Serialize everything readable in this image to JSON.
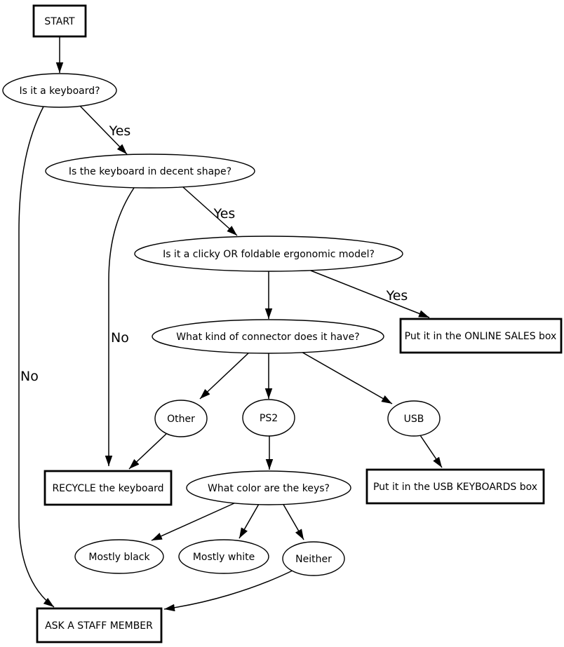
{
  "diagram": {
    "type": "flowchart",
    "colors": {
      "background": "#ffffff",
      "line": "#000000",
      "text": "#000000"
    },
    "nodes": {
      "start": {
        "label": "START",
        "shape": "box"
      },
      "is_keyboard": {
        "label": "Is it a keyboard?",
        "shape": "ellipse"
      },
      "decent_shape": {
        "label": "Is the keyboard in decent shape?",
        "shape": "ellipse"
      },
      "clicky_or_foldable": {
        "label": "Is it a clicky OR foldable ergonomic model?",
        "shape": "ellipse"
      },
      "connector": {
        "label": "What kind of connector does it have?",
        "shape": "ellipse"
      },
      "online_sales": {
        "label": "Put it in the ONLINE SALES box",
        "shape": "box"
      },
      "other": {
        "label": "Other",
        "shape": "ellipse"
      },
      "ps2": {
        "label": "PS2",
        "shape": "ellipse"
      },
      "usb": {
        "label": "USB",
        "shape": "ellipse"
      },
      "recycle": {
        "label": "RECYCLE the keyboard",
        "shape": "box"
      },
      "key_color": {
        "label": "What color are the keys?",
        "shape": "ellipse"
      },
      "usb_keyboards": {
        "label": "Put it in the USB KEYBOARDS box",
        "shape": "box"
      },
      "mostly_black": {
        "label": "Mostly black",
        "shape": "ellipse"
      },
      "mostly_white": {
        "label": "Mostly white",
        "shape": "ellipse"
      },
      "neither": {
        "label": "Neither",
        "shape": "ellipse"
      },
      "ask_staff": {
        "label": "ASK A STAFF MEMBER",
        "shape": "box"
      }
    },
    "edges": [
      {
        "from": "start",
        "to": "is_keyboard",
        "label": ""
      },
      {
        "from": "is_keyboard",
        "to": "decent_shape",
        "label": "Yes"
      },
      {
        "from": "is_keyboard",
        "to": "ask_staff",
        "label": "No"
      },
      {
        "from": "decent_shape",
        "to": "clicky_or_foldable",
        "label": "Yes"
      },
      {
        "from": "decent_shape",
        "to": "recycle",
        "label": "No"
      },
      {
        "from": "clicky_or_foldable",
        "to": "connector",
        "label": ""
      },
      {
        "from": "clicky_or_foldable",
        "to": "online_sales",
        "label": "Yes"
      },
      {
        "from": "connector",
        "to": "other",
        "label": ""
      },
      {
        "from": "connector",
        "to": "ps2",
        "label": ""
      },
      {
        "from": "connector",
        "to": "usb",
        "label": ""
      },
      {
        "from": "other",
        "to": "recycle",
        "label": ""
      },
      {
        "from": "ps2",
        "to": "key_color",
        "label": ""
      },
      {
        "from": "usb",
        "to": "usb_keyboards",
        "label": ""
      },
      {
        "from": "key_color",
        "to": "mostly_black",
        "label": ""
      },
      {
        "from": "key_color",
        "to": "mostly_white",
        "label": ""
      },
      {
        "from": "key_color",
        "to": "neither",
        "label": ""
      },
      {
        "from": "neither",
        "to": "ask_staff",
        "label": ""
      }
    ]
  }
}
